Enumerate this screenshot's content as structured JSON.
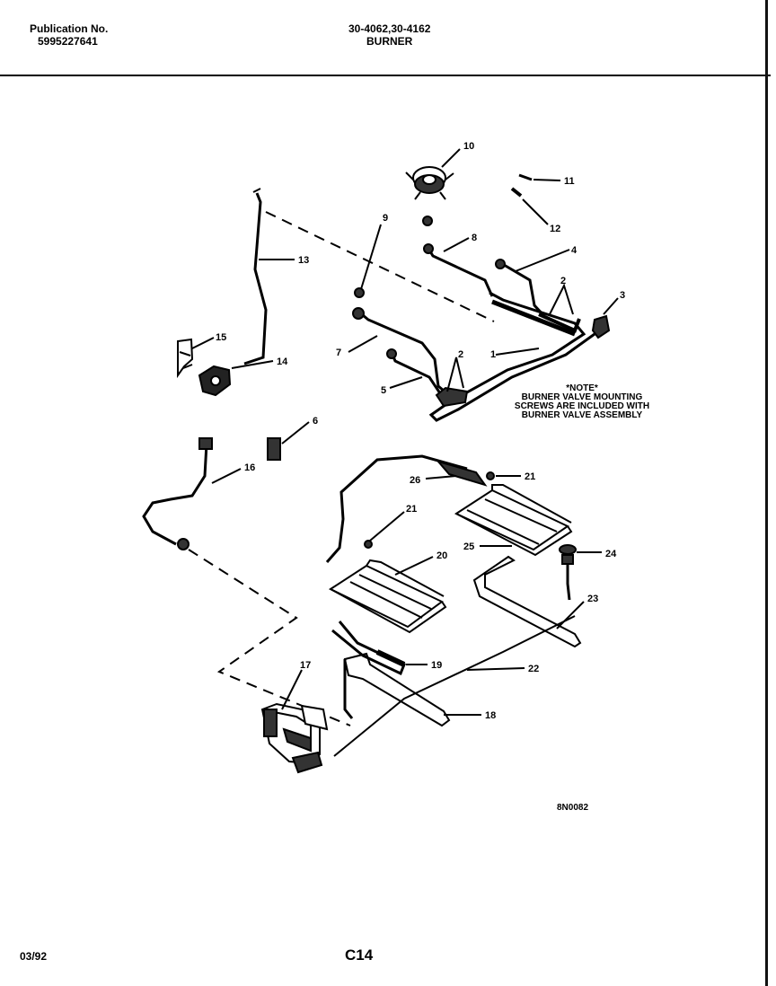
{
  "header": {
    "publication_label": "Publication No.",
    "publication_number": "5995227641",
    "model_numbers": "30-4062,30-4162",
    "section_title": "BURNER"
  },
  "note": {
    "title": "*NOTE*",
    "lines": [
      "BURNER VALVE MOUNTING",
      "SCREWS ARE INCLUDED WITH",
      "BURNER VALVE ASSEMBLY"
    ]
  },
  "diagram_code": "8N0082",
  "footer": {
    "date": "03/92",
    "page_code": "C14"
  },
  "callouts": [
    "10",
    "11",
    "12",
    "9",
    "8",
    "4",
    "2",
    "3",
    "13",
    "15",
    "14",
    "7",
    "1",
    "2",
    "5",
    "6",
    "16",
    "26",
    "21",
    "21",
    "25",
    "20",
    "24",
    "23",
    "19",
    "22",
    "17",
    "18"
  ]
}
